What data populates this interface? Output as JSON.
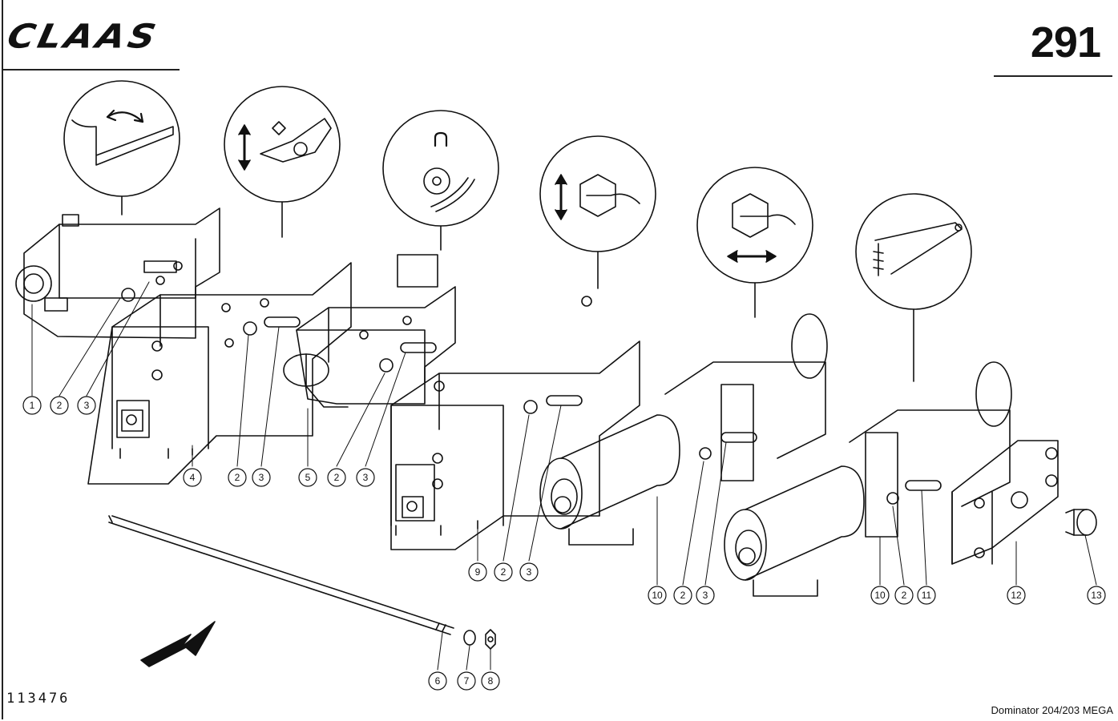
{
  "header": {
    "brand_logo": "CLAAS",
    "page_number": "291"
  },
  "footer": {
    "drawing_number": "113476",
    "model": "Dominator 204/203 MEGA"
  },
  "callouts": [
    {
      "label": "1"
    },
    {
      "label": "2"
    },
    {
      "label": "3"
    },
    {
      "label": "4"
    },
    {
      "label": "2"
    },
    {
      "label": "3"
    },
    {
      "label": "5"
    },
    {
      "label": "2"
    },
    {
      "label": "3"
    },
    {
      "label": "9"
    },
    {
      "label": "2"
    },
    {
      "label": "3"
    },
    {
      "label": "10"
    },
    {
      "label": "2"
    },
    {
      "label": "3"
    },
    {
      "label": "10"
    },
    {
      "label": "2"
    },
    {
      "label": "11"
    },
    {
      "label": "12"
    },
    {
      "label": "13"
    },
    {
      "label": "6"
    },
    {
      "label": "7"
    },
    {
      "label": "8"
    }
  ],
  "symbol_icons": [
    "reel-tilt-icon",
    "cutterbar-height-icon",
    "reel-speed-icon",
    "header-lift-icon",
    "reel-fore-aft-icon",
    "unloading-tube-icon"
  ]
}
